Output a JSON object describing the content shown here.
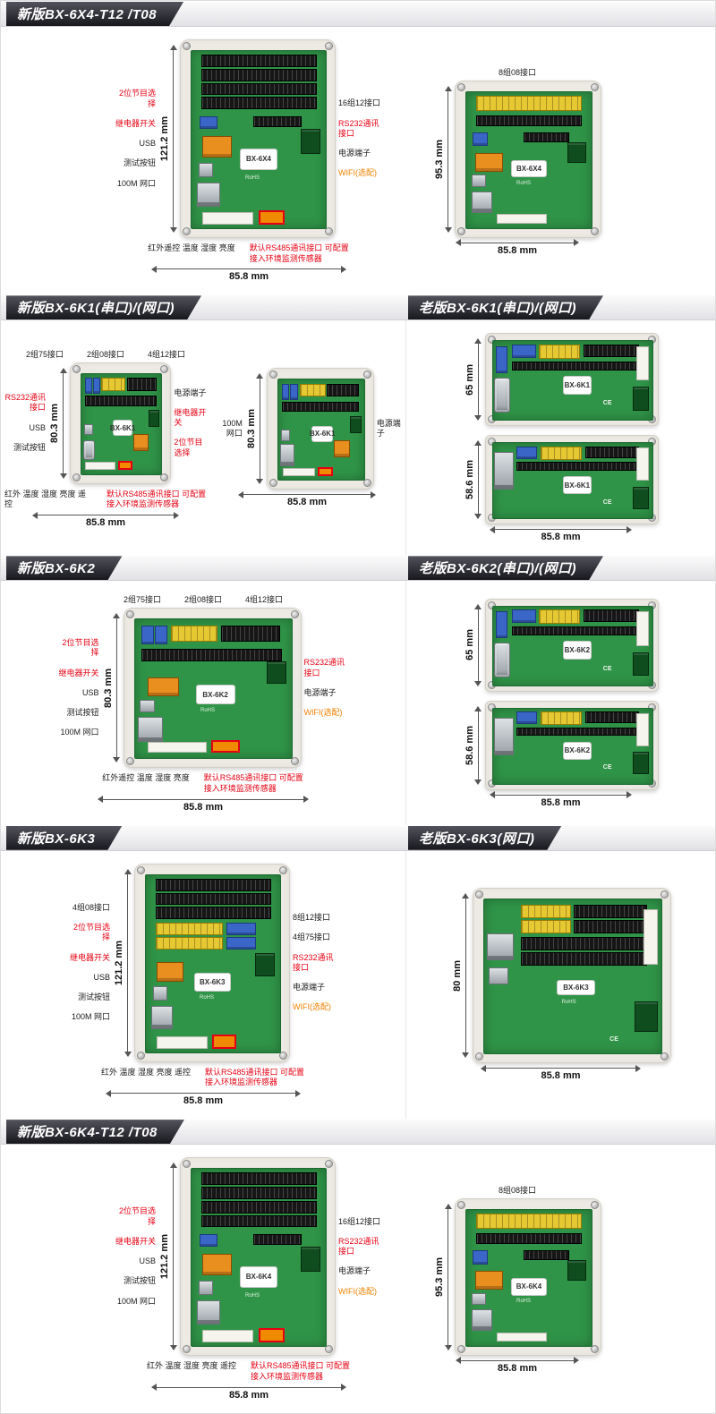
{
  "misc": {
    "rohs": "RoHS",
    "ce": "CE"
  },
  "sections": [
    {
      "id": "bx6x4-t12",
      "banners": [
        "新版BX-6X4-T12 /T08"
      ],
      "columns": [
        {
          "figures": [
            {
              "style": "newTall",
              "chip": "BX-6X4",
              "vdim": "121.2 mm",
              "hdim": "85.8 mm",
              "top_labels": [],
              "left_labels": [
                {
                  "t": "2位节目选择",
                  "c": "r"
                },
                {
                  "t": "继电器开关",
                  "c": "r"
                },
                {
                  "t": "USB",
                  "c": "k"
                },
                {
                  "t": "测试按钮",
                  "c": "k"
                },
                {
                  "t": "100M 网口",
                  "c": "k"
                }
              ],
              "right_labels": [
                {
                  "t": "16组12接口",
                  "c": "k"
                },
                {
                  "t": "RS232通讯接口",
                  "c": "r"
                },
                {
                  "t": "电源端子",
                  "c": "k"
                },
                {
                  "t": "WIFI(选配)",
                  "c": "o"
                }
              ],
              "bottom_notes": [
                {
                  "t": "红外遥控 温度 湿度 亮度",
                  "c": "k"
                },
                {
                  "t": "默认RS485通讯接口 可配置接入环境监测传感器",
                  "c": "r"
                }
              ]
            },
            {
              "style": "newSmall",
              "chip": "BX-6X4",
              "vdim": "95.3 mm",
              "hdim": "85.8 mm",
              "top_labels": [
                {
                  "t": "8组08接口",
                  "c": "k"
                }
              ],
              "left_labels": [],
              "right_labels": [],
              "bottom_notes": []
            }
          ]
        }
      ]
    },
    {
      "id": "bx6k1",
      "banners": [
        "新版BX-6K1(串口)/(网口)",
        "老版BX-6K1(串口)/(网口)"
      ],
      "columns": [
        {
          "figures": [
            {
              "style": "wideSerial",
              "chip": "BX-6K1",
              "vdim": "80.3 mm",
              "hdim": "85.8 mm",
              "top_labels": [
                {
                  "t": "2组75接口",
                  "c": "k"
                },
                {
                  "t": "2组08接口",
                  "c": "k"
                },
                {
                  "t": "4组12接口",
                  "c": "k"
                }
              ],
              "left_labels": [
                {
                  "t": "RS232通讯接口",
                  "c": "r"
                },
                {
                  "t": "USB",
                  "c": "k"
                },
                {
                  "t": "测试按钮",
                  "c": "k"
                }
              ],
              "right_labels": [
                {
                  "t": "电源端子",
                  "c": "k"
                },
                {
                  "t": "继电器开关",
                  "c": "r"
                },
                {
                  "t": "2位节目选择",
                  "c": "r"
                }
              ],
              "bottom_notes": [
                {
                  "t": "红外 温度 湿度 亮度 遥控",
                  "c": "k"
                },
                {
                  "t": "默认RS485通讯接口 可配置接入环境监测传感器",
                  "c": "r"
                }
              ]
            },
            {
              "style": "wideNet",
              "chip": "BX-6K1",
              "vdim": "80.3 mm",
              "hdim": "85.8 mm",
              "top_labels": [],
              "left_labels": [
                {
                  "t": "100M 网口",
                  "c": "k"
                }
              ],
              "right_labels": [
                {
                  "t": "电源端子",
                  "c": "k"
                }
              ],
              "bottom_notes": []
            }
          ]
        },
        {
          "stacked": true,
          "figures": [
            {
              "style": "old65",
              "chip": "BX-6K1",
              "vdim": "65 mm",
              "hdim": "",
              "top_labels": [],
              "left_labels": [],
              "right_labels": [],
              "bottom_notes": []
            },
            {
              "style": "old586",
              "chip": "BX-6K1",
              "vdim": "58.6 mm",
              "hdim": "85.8 mm",
              "top_labels": [],
              "left_labels": [],
              "right_labels": [],
              "bottom_notes": []
            }
          ]
        }
      ]
    },
    {
      "id": "bx6k2",
      "banners": [
        "新版BX-6K2",
        "老版BX-6K2(串口)/(网口)"
      ],
      "columns": [
        {
          "figures": [
            {
              "style": "wideFull",
              "chip": "BX-6K2",
              "vdim": "80.3 mm",
              "hdim": "85.8 mm",
              "top_labels": [
                {
                  "t": "2组75接口",
                  "c": "k"
                },
                {
                  "t": "2组08接口",
                  "c": "k"
                },
                {
                  "t": "4组12接口",
                  "c": "k"
                }
              ],
              "left_labels": [
                {
                  "t": "2位节目选择",
                  "c": "r"
                },
                {
                  "t": "继电器开关",
                  "c": "r"
                },
                {
                  "t": "USB",
                  "c": "k"
                },
                {
                  "t": "测试按钮",
                  "c": "k"
                },
                {
                  "t": "100M 网口",
                  "c": "k"
                }
              ],
              "right_labels": [
                {
                  "t": "RS232通讯接口",
                  "c": "r"
                },
                {
                  "t": "电源端子",
                  "c": "k"
                },
                {
                  "t": "WIFI(选配)",
                  "c": "o"
                }
              ],
              "bottom_notes": [
                {
                  "t": "红外遥控 温度 湿度 亮度",
                  "c": "k"
                },
                {
                  "t": "默认RS485通讯接口 可配置接入环境监测传感器",
                  "c": "r"
                }
              ]
            }
          ]
        },
        {
          "stacked": true,
          "figures": [
            {
              "style": "old65",
              "chip": "BX-6K2",
              "vdim": "65 mm",
              "hdim": "",
              "top_labels": [],
              "left_labels": [],
              "right_labels": [],
              "bottom_notes": []
            },
            {
              "style": "old586",
              "chip": "BX-6K2",
              "vdim": "58.6 mm",
              "hdim": "85.8 mm",
              "top_labels": [],
              "left_labels": [],
              "right_labels": [],
              "bottom_notes": []
            }
          ]
        }
      ]
    },
    {
      "id": "bx6k3",
      "banners": [
        "新版BX-6K3",
        "老版BX-6K3(网口)"
      ],
      "columns": [
        {
          "figures": [
            {
              "style": "k3New",
              "chip": "BX-6K3",
              "vdim": "121.2 mm",
              "hdim": "85.8 mm",
              "top_labels": [],
              "left_labels": [
                {
                  "t": "4组08接口",
                  "c": "k"
                },
                {
                  "t": "2位节目选择",
                  "c": "r"
                },
                {
                  "t": "继电器开关",
                  "c": "r"
                },
                {
                  "t": "USB",
                  "c": "k"
                },
                {
                  "t": "测试按钮",
                  "c": "k"
                },
                {
                  "t": "100M 网口",
                  "c": "k"
                }
              ],
              "right_labels": [
                {
                  "t": "8组12接口",
                  "c": "k"
                },
                {
                  "t": "4组75接口",
                  "c": "k"
                },
                {
                  "t": "RS232通讯接口",
                  "c": "r"
                },
                {
                  "t": "电源端子",
                  "c": "k"
                },
                {
                  "t": "WIFI(选配)",
                  "c": "o"
                }
              ],
              "bottom_notes": [
                {
                  "t": "红外 温度 湿度 亮度 遥控",
                  "c": "k"
                },
                {
                  "t": "默认RS485通讯接口 可配置接入环境监测传感器",
                  "c": "r"
                }
              ]
            }
          ]
        },
        {
          "figures": [
            {
              "style": "k3Old",
              "chip": "BX-6K3",
              "vdim": "80 mm",
              "hdim": "85.8 mm",
              "top_labels": [],
              "left_labels": [],
              "right_labels": [],
              "bottom_notes": []
            }
          ]
        }
      ]
    },
    {
      "id": "bx6k4-t12",
      "banners": [
        "新版BX-6K4-T12 /T08"
      ],
      "columns": [
        {
          "figures": [
            {
              "style": "newTall",
              "chip": "BX-6K4",
              "vdim": "121.2 mm",
              "hdim": "85.8 mm",
              "top_labels": [],
              "left_labels": [
                {
                  "t": "2位节目选择",
                  "c": "r"
                },
                {
                  "t": "继电器开关",
                  "c": "r"
                },
                {
                  "t": "USB",
                  "c": "k"
                },
                {
                  "t": "测试按钮",
                  "c": "k"
                },
                {
                  "t": "100M 网口",
                  "c": "k"
                }
              ],
              "right_labels": [
                {
                  "t": "16组12接口",
                  "c": "k"
                },
                {
                  "t": "RS232通讯接口",
                  "c": "r"
                },
                {
                  "t": "电源端子",
                  "c": "k"
                },
                {
                  "t": "WIFI(选配)",
                  "c": "o"
                }
              ],
              "bottom_notes": [
                {
                  "t": "红外 温度 湿度 亮度 遥控",
                  "c": "k"
                },
                {
                  "t": "默认RS485通讯接口 可配置接入环境监测传感器",
                  "c": "r"
                }
              ]
            },
            {
              "style": "newSmall",
              "chip": "BX-6K4",
              "vdim": "95.3 mm",
              "hdim": "85.8 mm",
              "top_labels": [
                {
                  "t": "8组08接口",
                  "c": "k"
                }
              ],
              "left_labels": [],
              "right_labels": [],
              "bottom_notes": []
            }
          ]
        }
      ]
    }
  ]
}
